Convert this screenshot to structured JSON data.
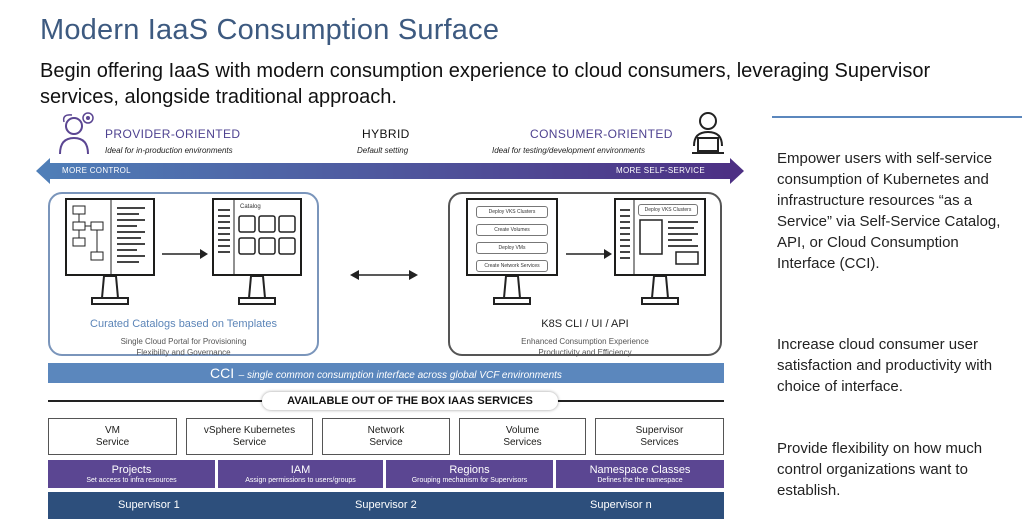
{
  "title": "Modern IaaS Consumption Surface",
  "subtitle": "Begin offering IaaS with modern consumption experience to cloud consumers, leveraging Supervisor services, alongside traditional approach.",
  "spectrum": {
    "provider": {
      "label": "PROVIDER-ORIENTED",
      "desc": "Ideal for in-production environments"
    },
    "hybrid": {
      "label": "HYBRID",
      "desc": "Default setting"
    },
    "consumer": {
      "label": "CONSUMER-ORIENTED",
      "desc": "Ideal for testing/development environments"
    },
    "left_arrow": "MORE CONTROL",
    "right_arrow": "MORE SELF-SERVICE"
  },
  "left_panel": {
    "catalog_label": "Catalog",
    "caption": "Curated Catalogs based on Templates",
    "sub1": "Single Cloud Portal for Provisioning",
    "sub2": "Flexibility and Governance"
  },
  "right_panel": {
    "buttons": [
      "Deploy VKS Clusters",
      "Create Volumes",
      "Deploy VMs",
      "Create Network Services"
    ],
    "screen2_label": "Deploy VKS Clusters",
    "caption": "K8S CLI / UI / API",
    "sub1": "Enhanced Consumption Experience",
    "sub2": "Productivity and Efficiency"
  },
  "cci": {
    "name": "CCI",
    "desc": "– single common consumption interface across global VCF environments"
  },
  "services_header": "AVAILABLE OUT OF THE BOX IAAS SERVICES",
  "services": [
    {
      "l1": "VM",
      "l2": "Service"
    },
    {
      "l1": "vSphere Kubernetes",
      "l2": "Service"
    },
    {
      "l1": "Network",
      "l2": "Service"
    },
    {
      "l1": "Volume",
      "l2": "Services"
    },
    {
      "l1": "Supervisor",
      "l2": "Services"
    }
  ],
  "categories": [
    {
      "name": "Projects",
      "desc": "Set access to infra resources"
    },
    {
      "name": "IAM",
      "desc": "Assign permissions to users/groups"
    },
    {
      "name": "Regions",
      "desc": "Grouping mechanism for Supervisors"
    },
    {
      "name": "Namespace Classes",
      "desc": "Defines the the namespace"
    }
  ],
  "supervisors": [
    "Supervisor 1",
    "Supervisor 2",
    "Supervisor n"
  ],
  "side_text": [
    "Empower users with self-service consumption of Kubernetes and infrastructure resources “as a Service” via Self-Service Catalog, API, or Cloud Consumption Interface (CCI).",
    "Increase cloud consumer user satisfaction and productivity with choice of interface.",
    "Provide flexibility on how much control organizations want to establish."
  ],
  "colors": {
    "title": "#3d5a80",
    "purple": "#5b4692",
    "blue_band": "#5b87bd",
    "navy": "#2d4f7c"
  }
}
